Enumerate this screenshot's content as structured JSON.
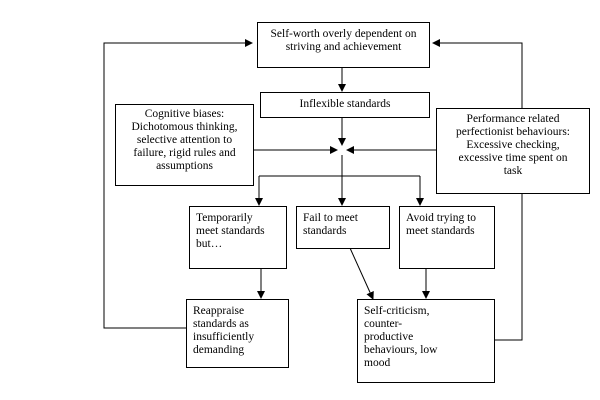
{
  "nodes": {
    "self_worth": "Self-worth overly dependent on\nstriving and achievement",
    "inflexible": "Inflexible standards",
    "cognitive": "Cognitive biases:\nDichotomous thinking,\nselective attention to\nfailure, rigid rules and\nassumptions",
    "performance": "Performance related\nperfectionist behaviours:\nExcessive checking,\nexcessive time spent on\ntask",
    "temporarily": "Temporarily\nmeet standards\nbut…",
    "fail": "Fail to meet\nstandards",
    "avoid": "Avoid trying to\nmeet standards",
    "reappraise": "Reappraise\nstandards as\ninsufficiently\ndemanding",
    "self_criticism": "Self-criticism,\ncounter-\nproductive\nbehaviours, low\nmood"
  }
}
